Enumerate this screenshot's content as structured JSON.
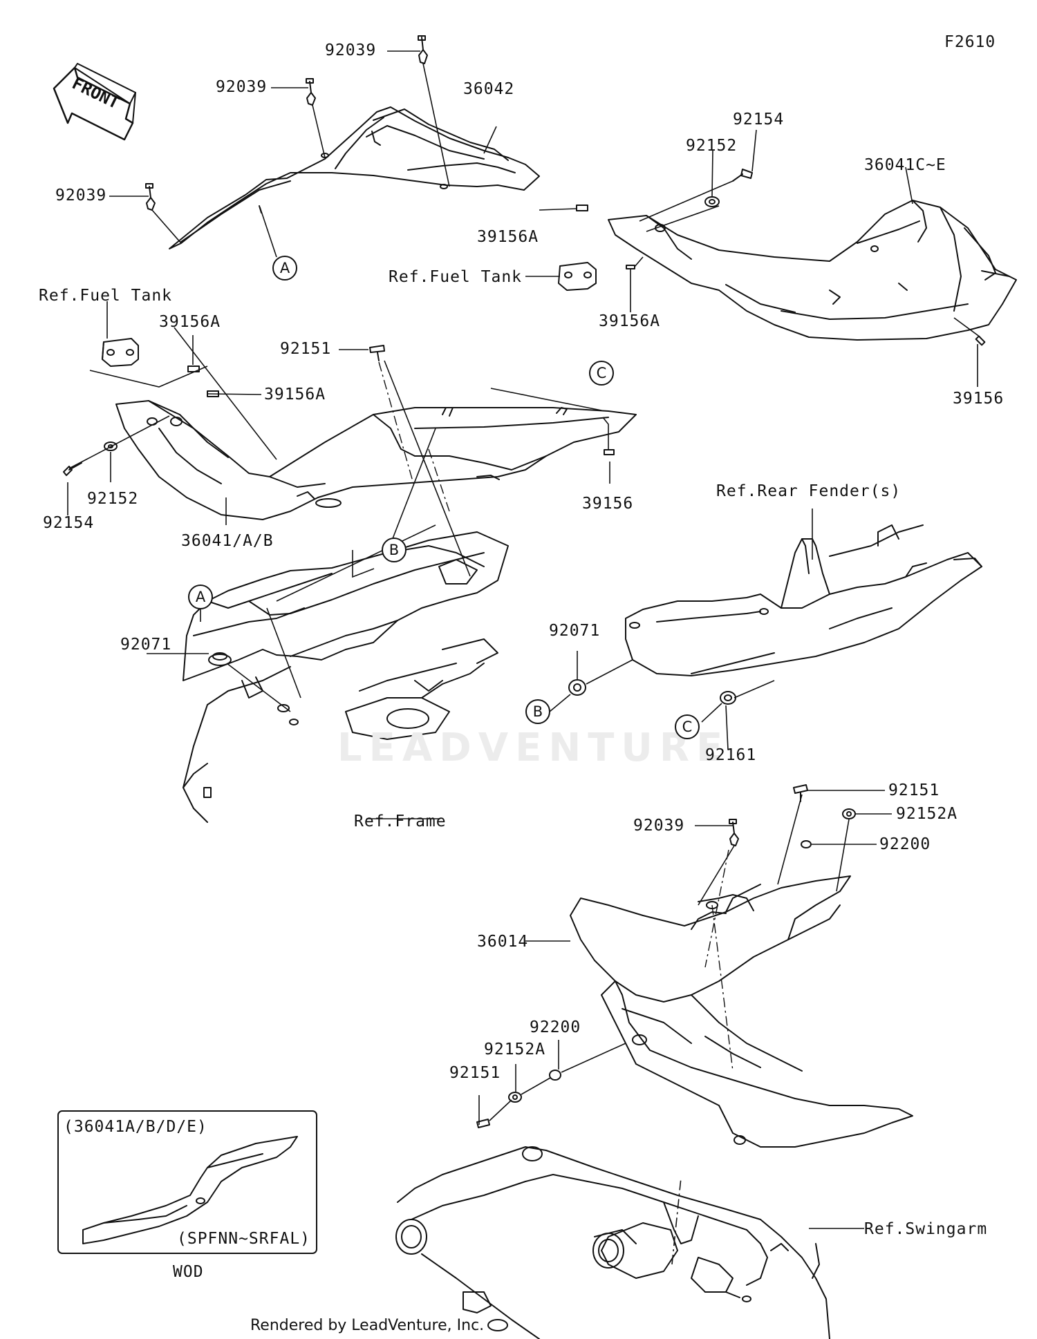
{
  "diagram_id": "F2610",
  "front_label": "FRONT",
  "parts": {
    "p92039_a": "92039",
    "p92039_b": "92039",
    "p92039_c": "92039",
    "p92039_d": "92039",
    "p36042": "36042",
    "p92154_top": "92154",
    "p92152_top": "92152",
    "p36041CE": "36041C~E",
    "p39156A_1": "39156A",
    "p39156A_2": "39156A",
    "p39156A_3": "39156A",
    "p39156A_4": "39156A",
    "p39156_r": "39156",
    "p39156_l": "39156",
    "p92151_top": "92151",
    "p92154_left": "92154",
    "p92152_left": "92152",
    "p36041AB": "36041/A/B",
    "p92071_a": "92071",
    "p92071_b": "92071",
    "p92161": "92161",
    "p92151_r": "92151",
    "p92152A_r": "92152A",
    "p92200_r": "92200",
    "p36014": "36014",
    "p92200_b": "92200",
    "p92152A_b": "92152A",
    "p92151_b": "92151"
  },
  "refs": {
    "fuel_tank_left": "Ref.Fuel Tank",
    "fuel_tank_top": "Ref.Fuel Tank",
    "rear_fender": "Ref.Rear Fender(s)",
    "frame": "Ref.Frame",
    "swingarm": "Ref.Swingarm"
  },
  "callouts": [
    "A",
    "A",
    "B",
    "B",
    "C",
    "C"
  ],
  "inset": {
    "top": "(36041A/B/D/E)",
    "bottom": "(SPFNN~SRFAL)",
    "caption": "WOD"
  },
  "watermark": "LEADVENTURE",
  "footer": "Rendered by LeadVenture, Inc."
}
